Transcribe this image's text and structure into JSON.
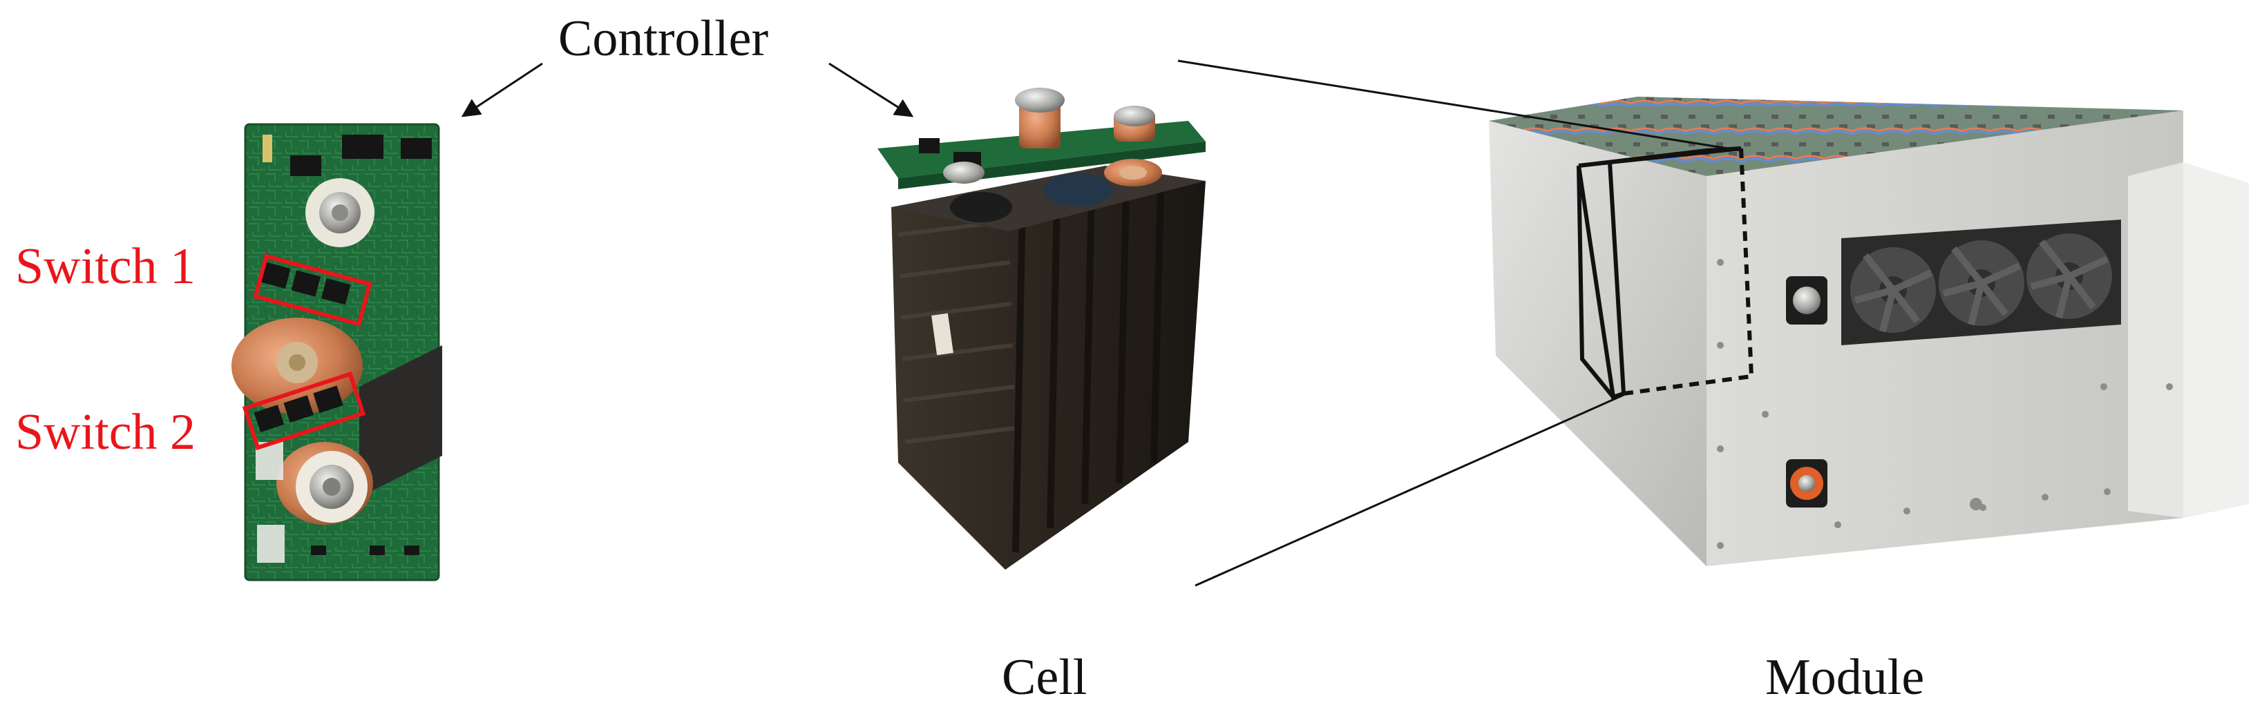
{
  "labels": {
    "controller": "Controller",
    "cell": "Cell",
    "module": "Module",
    "switch1": "Switch 1",
    "switch2": "Switch 2"
  },
  "colors": {
    "highlight": "#e8161b",
    "text": "#111111",
    "pcb_green": "#1f6b3a",
    "cell_black": "#2b2620",
    "module_silver": "#cfcfcd"
  },
  "icons": {
    "controller_board": "pcb-photo",
    "cell": "lifepo4-cell-photo",
    "module": "battery-module-photo",
    "fan": "fan-icon"
  }
}
